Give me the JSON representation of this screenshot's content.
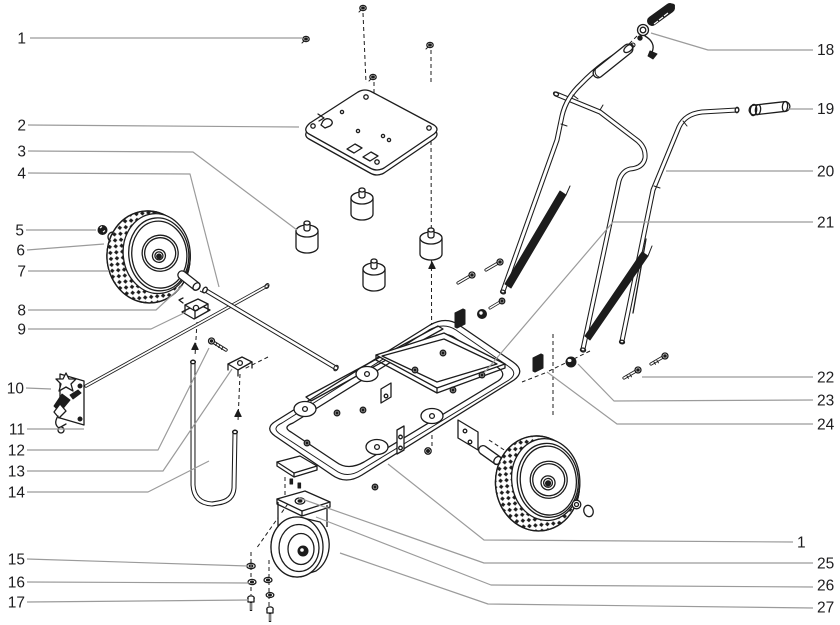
{
  "figure": {
    "type": "exploded-parts-diagram",
    "background_color": "#ffffff",
    "part_line_color": "#1c1c1c",
    "leader_line_color": "#9b9b9b",
    "label_color": "#1d1d1f"
  },
  "callouts_left": [
    {
      "label": "1"
    },
    {
      "label": "2"
    },
    {
      "label": "3"
    },
    {
      "label": "4"
    },
    {
      "label": "5"
    },
    {
      "label": "6"
    },
    {
      "label": "7"
    },
    {
      "label": "8"
    },
    {
      "label": "9"
    },
    {
      "label": "10"
    },
    {
      "label": "11"
    },
    {
      "label": "12"
    },
    {
      "label": "13"
    },
    {
      "label": "14"
    },
    {
      "label": "15"
    },
    {
      "label": "16"
    },
    {
      "label": "17"
    }
  ],
  "callouts_right": [
    {
      "label": "18"
    },
    {
      "label": "19"
    },
    {
      "label": "20"
    },
    {
      "label": "21"
    },
    {
      "label": "22"
    },
    {
      "label": "23"
    },
    {
      "label": "24"
    },
    {
      "label": "1"
    },
    {
      "label": "25"
    },
    {
      "label": "26"
    },
    {
      "label": "27"
    }
  ]
}
